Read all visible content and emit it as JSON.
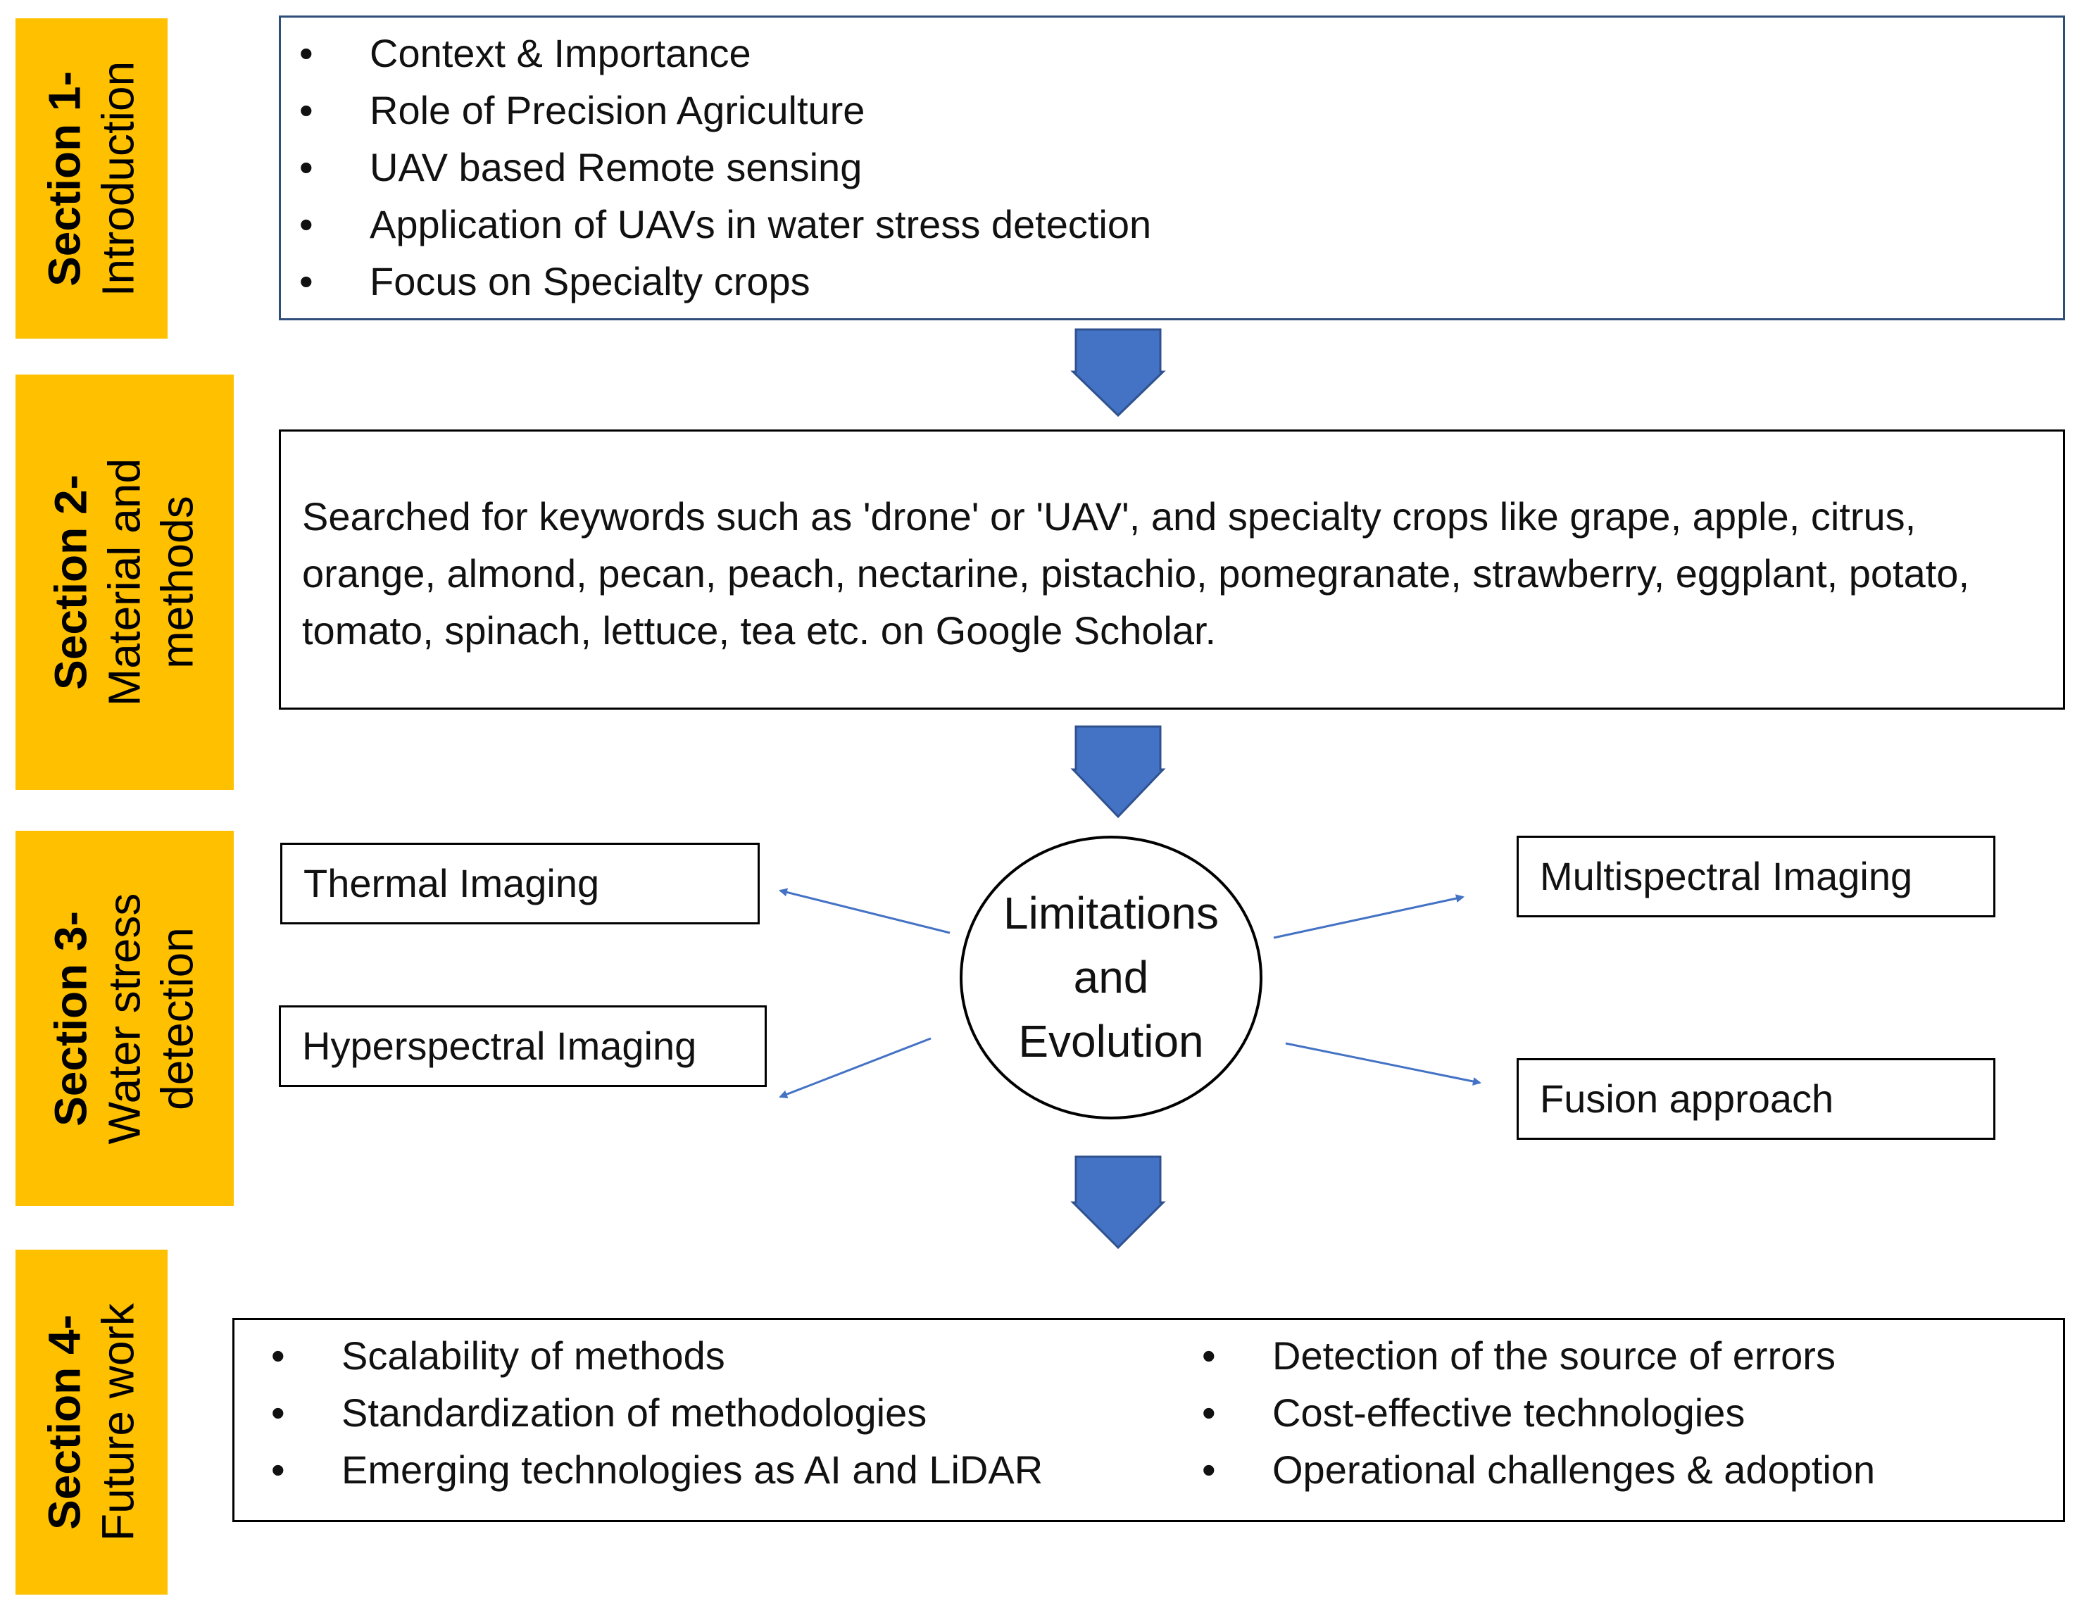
{
  "sections": [
    {
      "number_label": "Section 1-",
      "name_lines": [
        "Introduction"
      ]
    },
    {
      "number_label": "Section 2-",
      "name_lines": [
        "Material and",
        "methods"
      ]
    },
    {
      "number_label": "Section 3-",
      "name_lines": [
        "Water stress",
        "detection"
      ]
    },
    {
      "number_label": "Section 4-",
      "name_lines": [
        "Future work"
      ]
    }
  ],
  "introduction_items": [
    "Context & Importance",
    "Role of Precision Agriculture",
    "UAV based Remote sensing",
    "Application of UAVs in water stress detection",
    "Focus on Specialty crops"
  ],
  "methods_text": "Searched for keywords such as 'drone' or 'UAV', and specialty crops like grape, apple, citrus, orange, almond, pecan, peach, nectarine, pistachio, pomegranate, strawberry, eggplant, potato, tomato, spinach, lettuce, tea etc. on Google Scholar.",
  "detection": {
    "center_lines": [
      "Limitations",
      "and",
      "Evolution"
    ],
    "thermal": "Thermal Imaging",
    "hyperspectral": "Hyperspectral Imaging",
    "multispectral": "Multispectral Imaging",
    "fusion": "Fusion approach"
  },
  "future_work": {
    "left": [
      "Scalability of methods",
      "Standardization of methodologies",
      "Emerging technologies as AI and LiDAR"
    ],
    "right": [
      "Detection of the source of errors",
      "Cost-effective technologies",
      "Operational challenges & adoption"
    ]
  },
  "colors": {
    "section_tab": "#FFC000",
    "flow_arrow": "#4472C4",
    "intro_border": "#2F4E7A"
  }
}
